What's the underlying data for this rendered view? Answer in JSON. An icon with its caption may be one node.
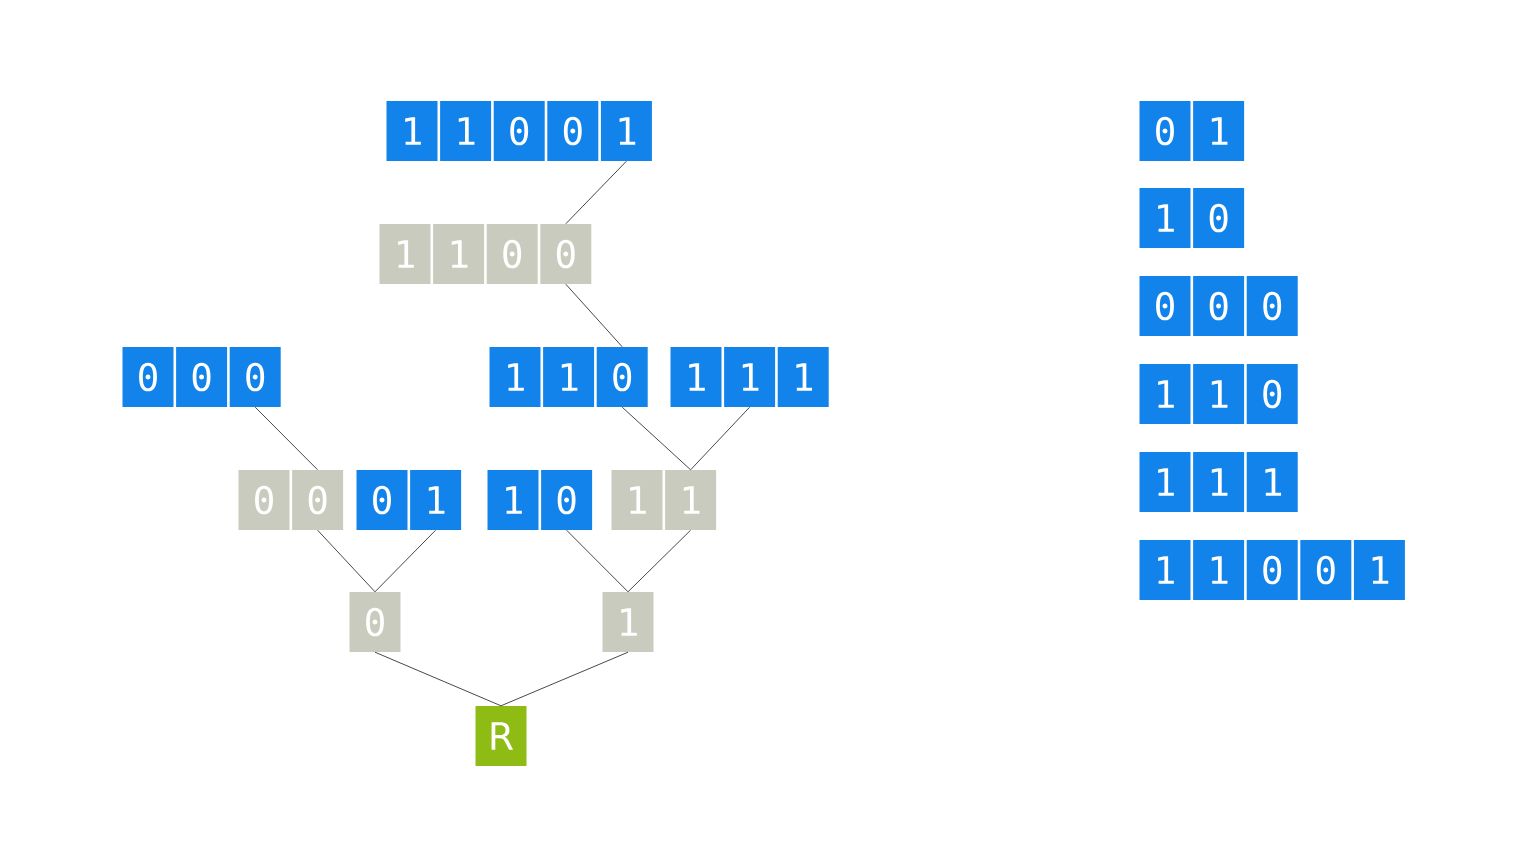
{
  "diagram": {
    "nodes": [
      {
        "text": [
          "1"
        ]
      },
      {
        "text": [
          "1"
        ]
      },
      {
        "text": [
          "0"
        ]
      },
      {
        "text": [
          "0"
        ]
      },
      {
        "text": [
          "1"
        ]
      },
      {
        "text": [
          "1"
        ]
      },
      {
        "text": [
          "1"
        ]
      },
      {
        "text": [
          "0"
        ]
      },
      {
        "text": [
          "0"
        ]
      },
      {
        "text": [
          "0"
        ]
      },
      {
        "text": [
          "0"
        ]
      },
      {
        "text": [
          "0"
        ]
      },
      {
        "text": [
          "1"
        ]
      },
      {
        "text": [
          "1"
        ]
      },
      {
        "text": [
          "0"
        ]
      },
      {
        "text": [
          "1"
        ]
      },
      {
        "text": [
          "1"
        ]
      },
      {
        "text": [
          "1"
        ]
      },
      {
        "text": [
          "0"
        ]
      },
      {
        "text": [
          "0"
        ]
      },
      {
        "text": [
          "0"
        ]
      },
      {
        "text": [
          "1"
        ]
      },
      {
        "text": [
          "1"
        ]
      },
      {
        "text": [
          "0"
        ]
      },
      {
        "text": [
          "1"
        ]
      },
      {
        "text": [
          "1"
        ]
      },
      {
        "text": [
          "0"
        ]
      },
      {
        "text": [
          "1"
        ]
      },
      {
        "text": [
          "R"
        ]
      },
      {
        "text": [
          "0"
        ]
      },
      {
        "text": [
          "1"
        ]
      },
      {
        "text": [
          "1"
        ]
      },
      {
        "text": [
          "0"
        ]
      },
      {
        "text": [
          "0"
        ]
      },
      {
        "text": [
          "0"
        ]
      },
      {
        "text": [
          "0"
        ]
      },
      {
        "text": [
          "1"
        ]
      },
      {
        "text": [
          "1"
        ]
      },
      {
        "text": [
          "0"
        ]
      },
      {
        "text": [
          "1"
        ]
      },
      {
        "text": [
          "1"
        ]
      },
      {
        "text": [
          "1"
        ]
      },
      {
        "text": [
          "1"
        ]
      },
      {
        "text": [
          "1"
        ]
      },
      {
        "text": [
          "0"
        ]
      },
      {
        "text": [
          "0"
        ]
      },
      {
        "text": [
          "1"
        ]
      }
    ],
    "edges": [
      {
        "from": 4,
        "to": 8,
        "arrow": "none"
      },
      {
        "from": 8,
        "to": 14,
        "arrow": "none"
      },
      {
        "from": 11,
        "to": 19,
        "arrow": "none"
      },
      {
        "from": 14,
        "to": 25,
        "arrow": "none"
      },
      {
        "from": 16,
        "to": 25,
        "arrow": "none"
      },
      {
        "from": 19,
        "to": 26,
        "arrow": "none"
      },
      {
        "from": 21,
        "to": 26,
        "arrow": "none"
      },
      {
        "from": 23,
        "to": 27,
        "arrow": "none"
      },
      {
        "from": 25,
        "to": 27,
        "arrow": "none"
      },
      {
        "from": 26,
        "to": 28,
        "arrow": "none"
      },
      {
        "from": 27,
        "to": 28,
        "arrow": "none"
      }
    ]
  }
}
